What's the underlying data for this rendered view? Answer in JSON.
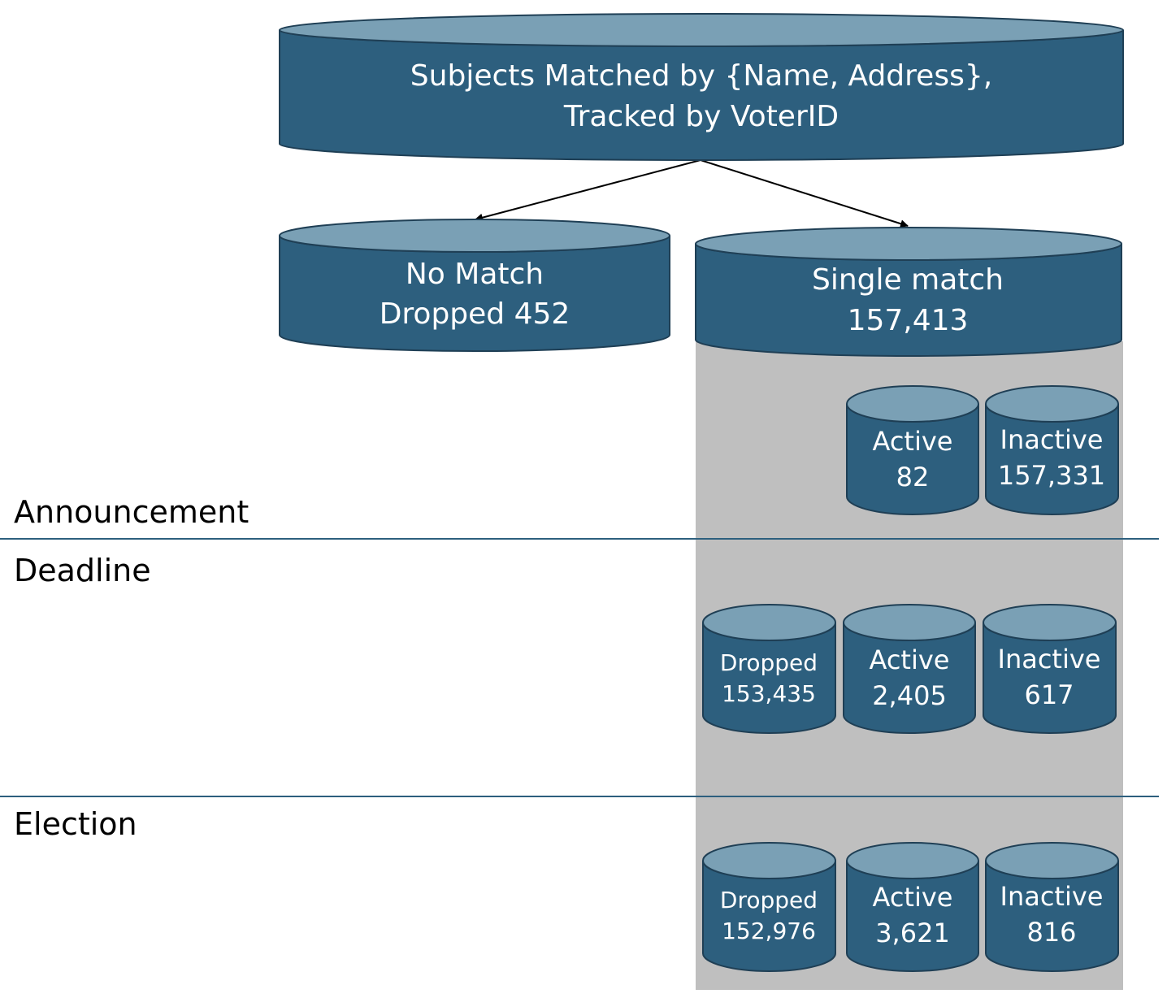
{
  "colors": {
    "cylinder_body": "#2d5f7e",
    "cylinder_top": "#7aa0b5",
    "cylinder_outline": "#1f3f55",
    "band": "#bfbfbf",
    "rule": "#2d5f7e",
    "arrow": "#000000"
  },
  "root": {
    "line1": "Subjects Matched by {Name, Address},",
    "line2": "Tracked by VoterID"
  },
  "no_match": {
    "line1": "No Match",
    "line2": "Dropped  452"
  },
  "single_match": {
    "line1": "Single match",
    "line2": "157,413"
  },
  "phases": {
    "announcement": "Announcement",
    "deadline": "Deadline",
    "election": "Election"
  },
  "announcement_groups": {
    "active": {
      "label": "Active",
      "value": "82"
    },
    "inactive": {
      "label": "Inactive",
      "value": "157,331"
    }
  },
  "deadline_groups": {
    "dropped": {
      "label": "Dropped",
      "value": "153,435"
    },
    "active": {
      "label": "Active",
      "value": "2,405"
    },
    "inactive": {
      "label": "Inactive",
      "value": "617"
    }
  },
  "election_groups": {
    "dropped": {
      "label": "Dropped",
      "value": "152,976"
    },
    "active": {
      "label": "Active",
      "value": "3,621"
    },
    "inactive": {
      "label": "Inactive",
      "value": "816"
    }
  }
}
